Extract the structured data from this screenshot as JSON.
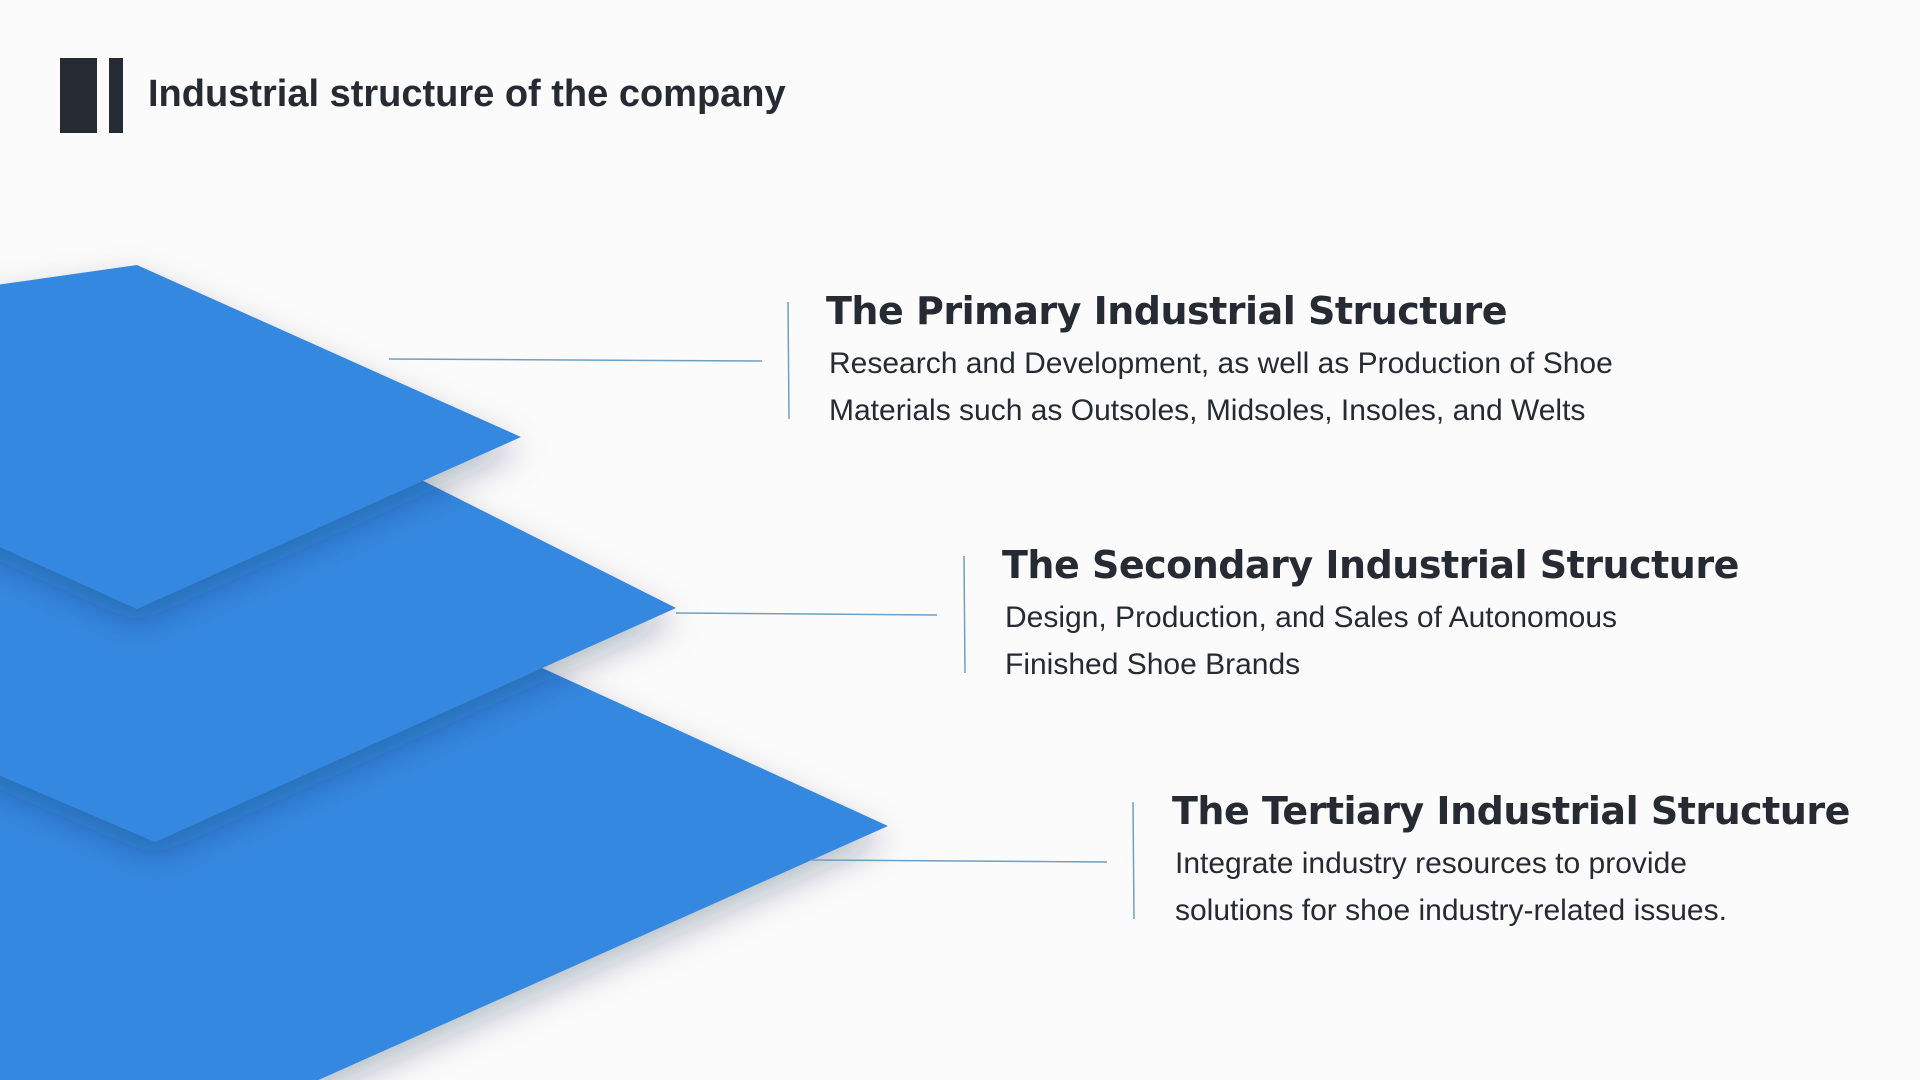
{
  "title": "Industrial structure of the company",
  "colors": {
    "layer_fill": "#3588e0",
    "connector": "#6f9fc2",
    "text": "#262a33",
    "background": "#fbfbfb"
  },
  "layers": [
    {
      "heading": "The Primary Industrial Structure",
      "description_lines": [
        "Research and Development, as well as Production of Shoe",
        "Materials such as Outsoles, Midsoles, Insoles, and Welts"
      ]
    },
    {
      "heading": "The Secondary Industrial Structure",
      "description_lines": [
        "Design, Production, and Sales of Autonomous",
        "Finished Shoe Brands"
      ]
    },
    {
      "heading": "The Tertiary Industrial Structure",
      "description_lines": [
        "Integrate industry resources to provide",
        "solutions for shoe industry-related issues."
      ]
    }
  ]
}
